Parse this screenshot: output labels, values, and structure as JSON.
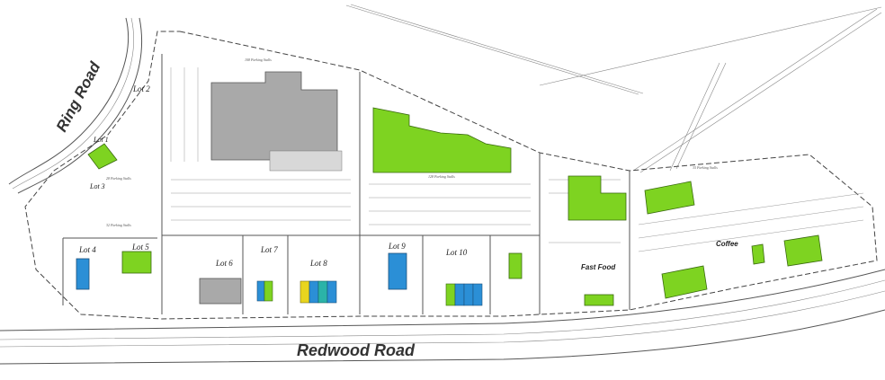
{
  "colors": {
    "available": "#7ed321",
    "existing": "#a9a9a9",
    "tenant_blue": "#2b8fd6",
    "tenant_yellow": "#e8d51e",
    "tenant_teal": "#2bb3a8",
    "linework": "#555555"
  },
  "roads": {
    "ring_road": "Ring Road",
    "redwood_road": "Redwood Road"
  },
  "lots": {
    "lot1": "Lot 1",
    "lot2": "Lot 2",
    "lot3": "Lot 3",
    "lot4": "Lot 4",
    "lot5": "Lot 5",
    "lot6": "Lot 6",
    "lot7": "Lot 7",
    "lot8": "Lot 8",
    "lot9": "Lot 9",
    "lot10": "Lot 10"
  },
  "areas": {
    "fast_food": "Fast Food",
    "coffee": "Coffee"
  },
  "parking_notes": {
    "lot2_parking": "108 Parking Stalls",
    "center_parking": "128 Parking Stalls",
    "lot3_parking": "28 Parking Stalls",
    "lot5_parking": "32 Parking Stalls",
    "east_parking": "35 Parking Stalls"
  }
}
